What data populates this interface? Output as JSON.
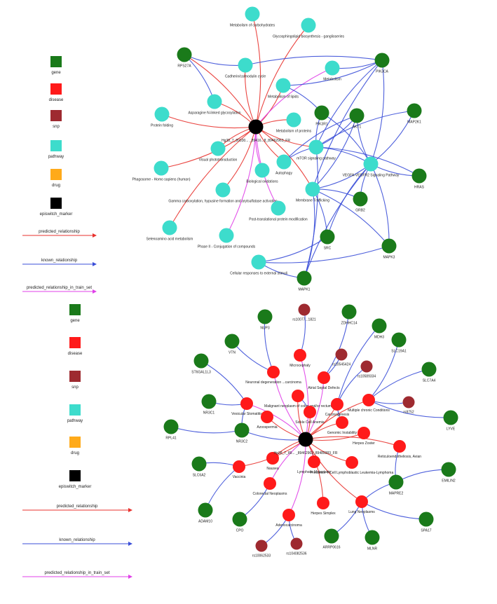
{
  "colors": {
    "gene": "#1a7a1a",
    "disease": "#ff1a1a",
    "snp": "#9e2a30",
    "pathway": "#3ddccc",
    "drug": "#ffaa1a",
    "episwitch_marker": "#000000",
    "predicted_relationship": "#e8322e",
    "known_relationship": "#3b4fd8",
    "predicted_relationship_in_train_set": "#e040e8"
  },
  "legends": [
    {
      "items": [
        {
          "type": "gene",
          "label": "gene"
        },
        {
          "type": "disease",
          "label": "disease"
        },
        {
          "type": "snp",
          "label": "snp"
        },
        {
          "type": "pathway",
          "label": "pathway"
        },
        {
          "type": "drug",
          "label": "drug"
        },
        {
          "type": "episwitch_marker",
          "label": "episwitch_marker"
        }
      ],
      "edges": [
        {
          "type": "predicted_relationship",
          "label": "predicted_relationship"
        },
        {
          "type": "known_relationship",
          "label": "known_relationship"
        },
        {
          "type": "predicted_relationship_in_train_set",
          "label": "predicted_relationship_in_train_set"
        }
      ]
    },
    {
      "items": [
        {
          "type": "gene",
          "label": "gene"
        },
        {
          "type": "disease",
          "label": "disease"
        },
        {
          "type": "snp",
          "label": "snp"
        },
        {
          "type": "pathway",
          "label": "pathway"
        },
        {
          "type": "drug",
          "label": "drug"
        },
        {
          "type": "episwitch_marker",
          "label": "episwitch_marker"
        }
      ],
      "edges": [
        {
          "type": "predicted_relationship",
          "label": "predicted_relationship"
        },
        {
          "type": "known_relationship",
          "label": "known_relationship"
        },
        {
          "type": "predicted_relationship_in_train_set",
          "label": "predicted_relationship_in_train_set"
        }
      ]
    }
  ],
  "networks": [
    {
      "center_label": "Hg38_7_89330... _89416...8_89462963_FR",
      "nodes": [
        {
          "id": "metab_carb",
          "type": "pathway",
          "label": "Metabolism of carbohydrates"
        },
        {
          "id": "glyco",
          "type": "pathway",
          "label": "Glycosphingolipid biosynthesis - ganglioseries"
        },
        {
          "id": "rps27a",
          "type": "gene",
          "label": "RPS27A"
        },
        {
          "id": "cadherin",
          "type": "pathway",
          "label": "Cadherin/calmodulin cycle"
        },
        {
          "id": "pik3ca",
          "type": "gene",
          "label": "PIK3CA"
        },
        {
          "id": "metabolism",
          "type": "pathway",
          "label": "Metabolism"
        },
        {
          "id": "asparagine",
          "type": "pathway",
          "label": "Asparagine N-linked glycosylation"
        },
        {
          "id": "metab_lipids",
          "type": "pathway",
          "label": "Metabolism of lipids"
        },
        {
          "id": "protein_folding",
          "type": "pathway",
          "label": "Protein folding"
        },
        {
          "id": "pik3r1",
          "type": "gene",
          "label": "PIK3R1"
        },
        {
          "id": "akt1",
          "type": "gene",
          "label": "AKT1"
        },
        {
          "id": "map2k1",
          "type": "gene",
          "label": "MAP2K1"
        },
        {
          "id": "metab_proteins",
          "type": "pathway",
          "label": "Metabolism of proteins"
        },
        {
          "id": "mtor",
          "type": "pathway",
          "label": "mTOR signaling pathway"
        },
        {
          "id": "visual",
          "type": "pathway",
          "label": "Visual phototransduction"
        },
        {
          "id": "vegfa",
          "type": "pathway",
          "label": "VEGFA-VEGFR2 Signaling Pathway"
        },
        {
          "id": "phagosome",
          "type": "pathway",
          "label": "Phagosome - Homo sapiens (human)"
        },
        {
          "id": "autophagy",
          "type": "pathway",
          "label": "Autophagy"
        },
        {
          "id": "bio_oxid",
          "type": "pathway",
          "label": "Biological oxidations"
        },
        {
          "id": "hras",
          "type": "gene",
          "label": "HRAS"
        },
        {
          "id": "gamma",
          "type": "pathway",
          "label": "Gamma carboxylation, hypusine formation and arylsulfatase activation"
        },
        {
          "id": "membrane",
          "type": "pathway",
          "label": "Membrane Trafficking"
        },
        {
          "id": "grb2",
          "type": "gene",
          "label": "GRB2"
        },
        {
          "id": "post_trans",
          "type": "pathway",
          "label": "Post-translational protein modification"
        },
        {
          "id": "selenoamino",
          "type": "pathway",
          "label": "Selenoamino acid metabolism"
        },
        {
          "id": "phase2",
          "type": "pathway",
          "label": "Phase II - Conjugation of compounds"
        },
        {
          "id": "src",
          "type": "gene",
          "label": "SRC"
        },
        {
          "id": "mapk3",
          "type": "gene",
          "label": "MAPK3"
        },
        {
          "id": "cellular",
          "type": "pathway",
          "label": "Cellular responses to external stimuli"
        },
        {
          "id": "mapk1",
          "type": "gene",
          "label": "MAPK1"
        }
      ]
    },
    {
      "center_label": "Hg38_7_89... _89462963_89489383_FR",
      "nodes": [
        {
          "id": "rs1",
          "type": "snp",
          "label": "rs10077...1821"
        },
        {
          "id": "nup3",
          "type": "gene",
          "label": "NUP3"
        },
        {
          "id": "zdhhc14",
          "type": "gene",
          "label": "ZDHHC14"
        },
        {
          "id": "mdh3",
          "type": "gene",
          "label": "MDH3"
        },
        {
          "id": "slc19a1",
          "type": "gene",
          "label": "SLC19A1"
        },
        {
          "id": "vtn",
          "type": "gene",
          "label": "VTN"
        },
        {
          "id": "microcephaly",
          "type": "disease",
          "label": "Microcephaly"
        },
        {
          "id": "rs2",
          "type": "snp",
          "label": "rs10545424"
        },
        {
          "id": "rs3",
          "type": "snp",
          "label": "rs10589334"
        },
        {
          "id": "st6gal1",
          "type": "gene",
          "label": "ST6GAL1L3"
        },
        {
          "id": "slc7a4",
          "type": "gene",
          "label": "SLC7A4"
        },
        {
          "id": "neuro",
          "type": "disease",
          "label": "Neuronal degeneration ...carcinoma"
        },
        {
          "id": "asd",
          "type": "disease",
          "label": "Atrial Septal Defects"
        },
        {
          "id": "malignant",
          "type": "disease",
          "label": "Malignant neoplasm of colon and/or rectum"
        },
        {
          "id": "carcinogen",
          "type": "disease",
          "label": "Carcinogenesis"
        },
        {
          "id": "multiple",
          "type": "disease",
          "label": "Multiple chronic Conditions"
        },
        {
          "id": "rs4",
          "type": "snp",
          "label": "rs9752"
        },
        {
          "id": "nr3c1",
          "type": "gene",
          "label": "NR3C1"
        },
        {
          "id": "vesicular",
          "type": "disease",
          "label": "Vesicular Stomatitis"
        },
        {
          "id": "azoospermia",
          "type": "disease",
          "label": "Azoospermia"
        },
        {
          "id": "sickle",
          "type": "disease",
          "label": "Sickle Cell Anemia"
        },
        {
          "id": "genomic",
          "type": "disease",
          "label": "Genomic Instability"
        },
        {
          "id": "lyve",
          "type": "gene",
          "label": "LYVE"
        },
        {
          "id": "rpl41",
          "type": "gene",
          "label": "RPL41"
        },
        {
          "id": "nr3c2",
          "type": "gene",
          "label": "NR3C2"
        },
        {
          "id": "herpes_zoster",
          "type": "disease",
          "label": "Herpes Zoster"
        },
        {
          "id": "reticulo",
          "type": "disease",
          "label": "Reticuloendotheliosis, Avian"
        },
        {
          "id": "nausea",
          "type": "disease",
          "label": "Nausea"
        },
        {
          "id": "slc6a2",
          "type": "gene",
          "label": "SLC6A2"
        },
        {
          "id": "lymphatic",
          "type": "disease",
          "label": "Lymphatic Metastasis"
        },
        {
          "id": "precursor",
          "type": "disease",
          "label": "Precursor T-Cell Lymphoblastic Leukemia-Lymphoma"
        },
        {
          "id": "vaccinia",
          "type": "disease",
          "label": "Vaccinia"
        },
        {
          "id": "map2k2",
          "type": "gene",
          "label": "MAPRE2"
        },
        {
          "id": "emilin2",
          "type": "gene",
          "label": "EMILIN2"
        },
        {
          "id": "colorectal",
          "type": "disease",
          "label": "Colorectal Neoplasms"
        },
        {
          "id": "herpes_simplex",
          "type": "disease",
          "label": "Herpes Simplex"
        },
        {
          "id": "lung",
          "type": "disease",
          "label": "Lung Neoplasms"
        },
        {
          "id": "adam10",
          "type": "gene",
          "label": "ADAM10"
        },
        {
          "id": "cpo",
          "type": "gene",
          "label": "CPO"
        },
        {
          "id": "adenoma",
          "type": "disease",
          "label": "Adenocarcinoma"
        },
        {
          "id": "spa17",
          "type": "gene",
          "label": "SPA17"
        },
        {
          "id": "arr3",
          "type": "gene",
          "label": "ARRP0616"
        },
        {
          "id": "mlnr",
          "type": "gene",
          "label": "MLNR"
        },
        {
          "id": "rs5",
          "type": "snp",
          "label": "rs10062533"
        },
        {
          "id": "rs6",
          "type": "snp",
          "label": "rs104082536"
        }
      ]
    }
  ]
}
